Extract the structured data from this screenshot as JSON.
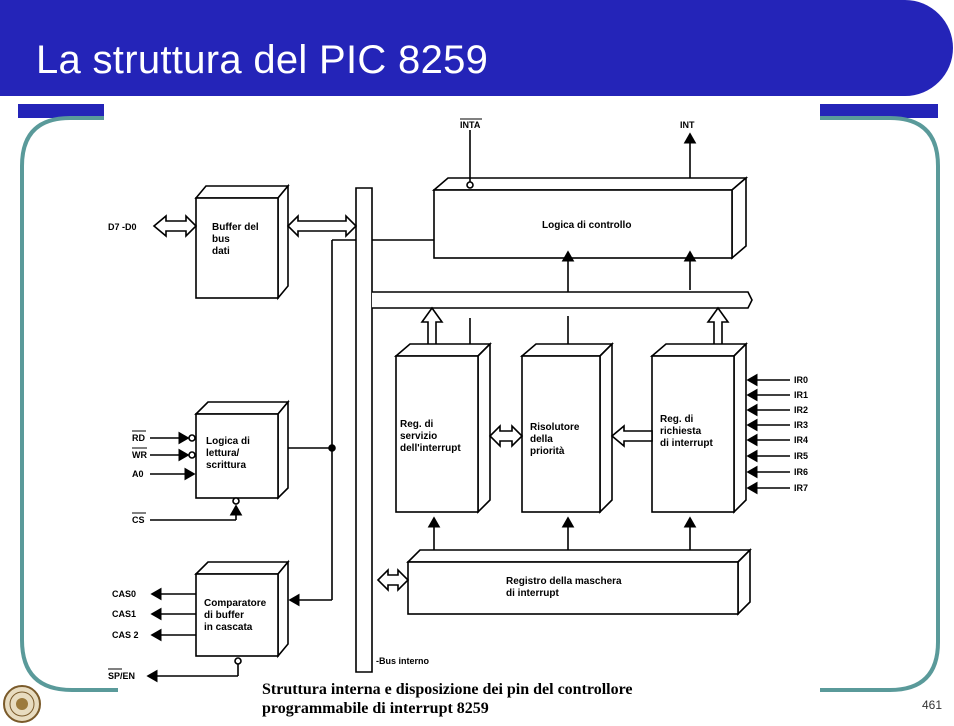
{
  "slide": {
    "title": "La struttura del PIC 8259",
    "page_number": "461",
    "caption_line1": "Struttura interna e disposizione dei pin del controllore",
    "caption_line2": "programmabile di interrupt 8259"
  },
  "colors": {
    "header_blue": "#2424b8",
    "frame_teal": "#5a9a9a"
  },
  "diagram": {
    "blocks": {
      "buffer_line1": "Buffer del",
      "buffer_line2": "bus",
      "buffer_line3": "dati",
      "rw_line1": "Logica di",
      "rw_line2": "lettura/",
      "rw_line3": "scrittura",
      "cascade_line1": "Comparatore",
      "cascade_line2": "di buffer",
      "cascade_line3": "in cascata",
      "control": "Logica di controllo",
      "isr_line1": "Reg. di",
      "isr_line2": "servizio",
      "isr_line3": "dell'interrupt",
      "prio_line1": "Risolutore",
      "prio_line2": "della",
      "prio_line3": "priorità",
      "irr_line1": "Reg. di",
      "irr_line2": "richiesta",
      "irr_line3": "di interrupt",
      "mask_line1": "Registro della maschera",
      "mask_line2": "di interrupt"
    },
    "signals": {
      "data": "D7 -D0",
      "inta": "INTA",
      "int": "INT",
      "rd": "RD",
      "wr": "WR",
      "a0": "A0",
      "cs": "CS",
      "cas0": "CAS0",
      "cas1": "CAS1",
      "cas2": "CAS 2",
      "sp_en": "SP/EN",
      "bus": "-Bus interno",
      "ir": [
        "IR0",
        "IR1",
        "IR2",
        "IR3",
        "IR4",
        "IR5",
        "IR6",
        "IR7"
      ]
    }
  }
}
